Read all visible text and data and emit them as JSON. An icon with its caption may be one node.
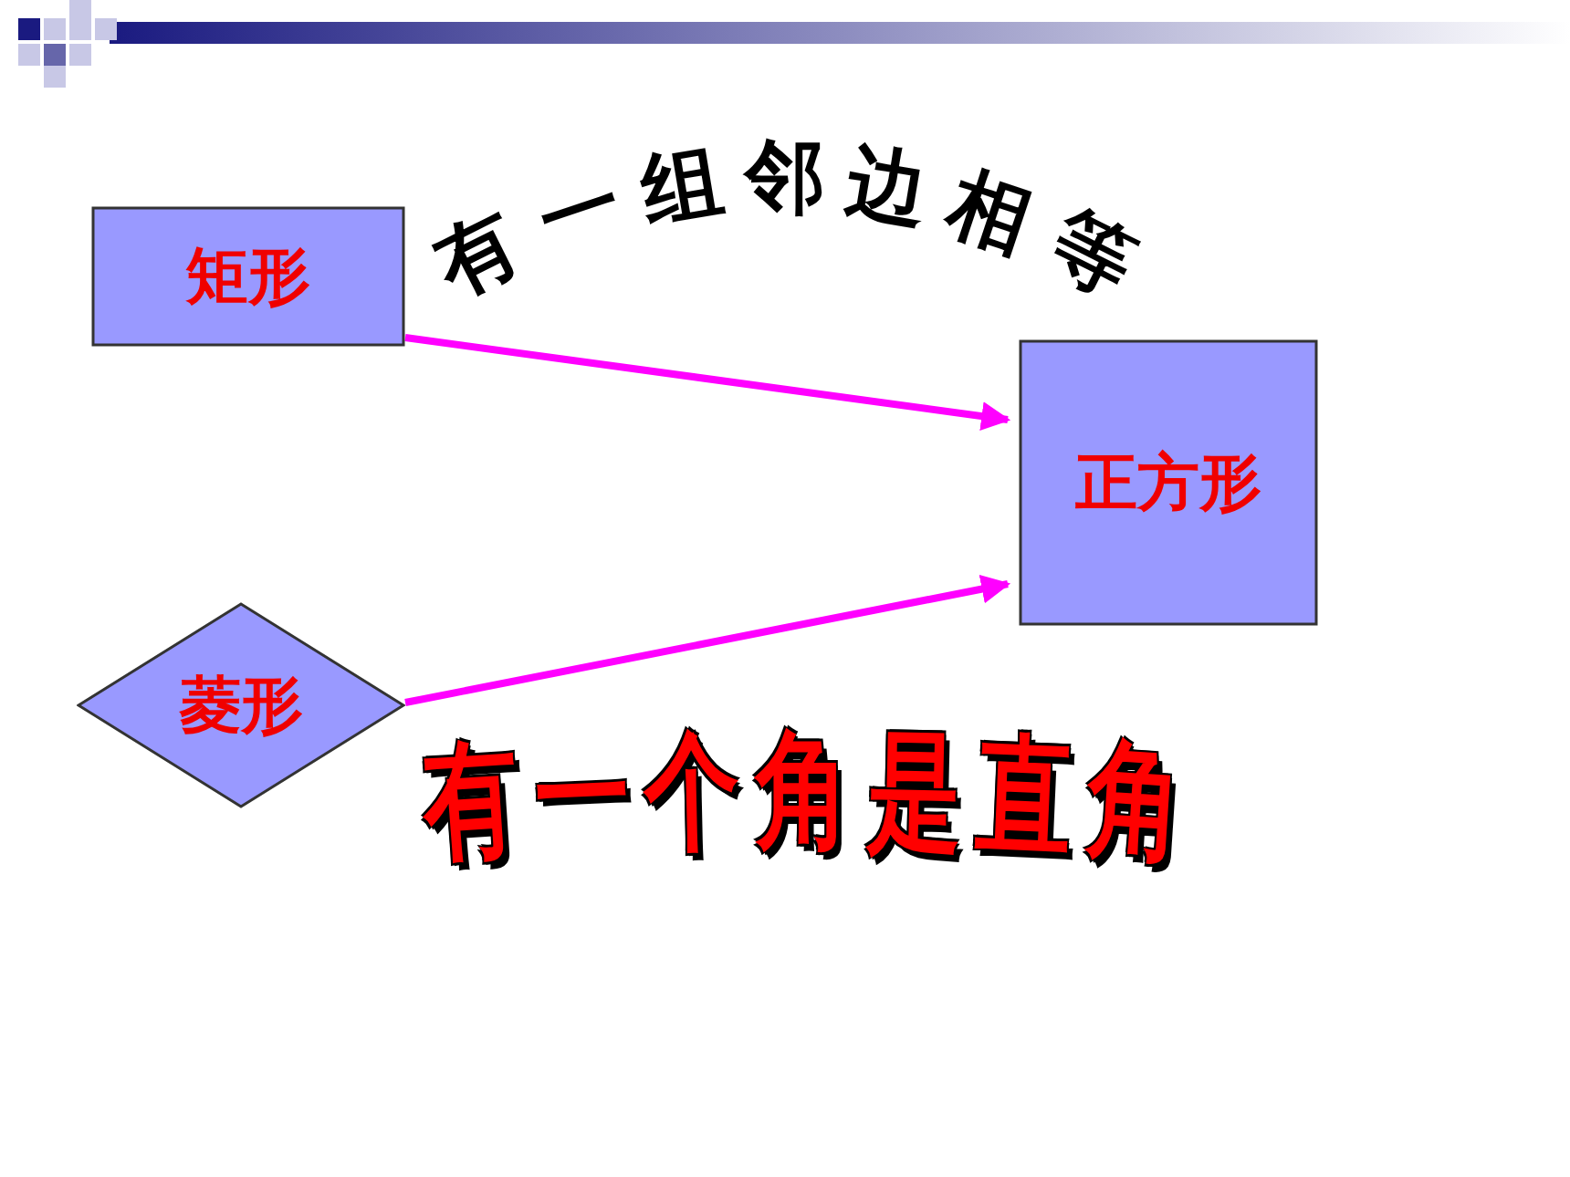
{
  "diagram": {
    "nodes": [
      {
        "text": [
          "矩形"
        ]
      },
      {
        "text": [
          "正方形"
        ]
      },
      {
        "text": [
          "菱形"
        ]
      }
    ],
    "edges": [
      {
        "from": 0,
        "to": 1,
        "arrow": "to",
        "label": "有一组邻边相等"
      },
      {
        "from": 2,
        "to": 1,
        "arrow": "to",
        "label": "有一个角是直角"
      }
    ]
  }
}
